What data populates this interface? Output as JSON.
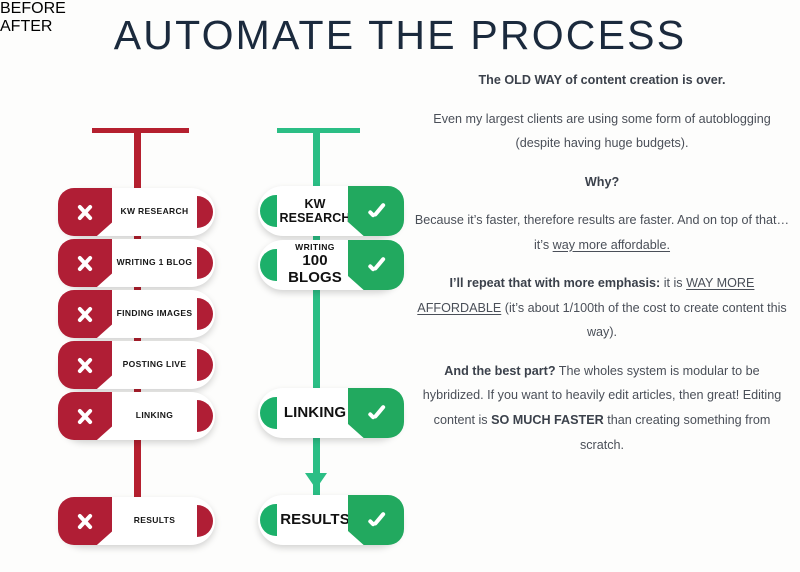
{
  "page": {
    "title": "AUTOMATE THE PROCESS",
    "background_color": "#fdfdfc",
    "title_color": "#1b2a3d"
  },
  "colors": {
    "red_stem": "#b5202f",
    "red_badge": "#b01e35",
    "green_stem": "#2bbe85",
    "green_badge": "#22a95f",
    "green_cap": "#1cb06a",
    "text": "#4a4f58"
  },
  "columns": {
    "before": {
      "heading": "BEFORE",
      "icon": "cross-icon",
      "items": [
        {
          "label": "KW RESEARCH"
        },
        {
          "label": "WRITING 1 BLOG"
        },
        {
          "label": "FINDING IMAGES"
        },
        {
          "label": "POSTING LIVE"
        },
        {
          "label": "LINKING"
        },
        {
          "label": "RESULTS"
        }
      ]
    },
    "after": {
      "heading": "AFTER",
      "icon": "check-icon",
      "items": [
        {
          "line1": "KW",
          "line2": "RESEARCH",
          "size": "md"
        },
        {
          "line1": "WRITING",
          "line2": "100 BLOGS",
          "size": "split"
        },
        {
          "line1": "LINKING",
          "line2": "",
          "size": "lg"
        },
        {
          "line1": "RESULTS",
          "line2": "",
          "size": "lg"
        }
      ]
    }
  },
  "text_panel": {
    "p1": "The OLD WAY of content creation is over.",
    "p2": "Even my largest clients are using some form of autoblogging (despite having huge budgets).",
    "p3": "Why?",
    "p4_a": "Because it’s faster, therefore results are faster. And on top of that…it’s ",
    "p4_u": "way more affordable.",
    "p5_b": "I’ll repeat that with more emphasis:",
    "p5_a": " it is ",
    "p5_u": "WAY MORE AFFORDABLE",
    "p5_c": " (it’s about 1/100th of the cost to create content this way).",
    "p6_b": "And the best part?",
    "p6_a": " The wholes system is modular to be hybridized. If you want to heavily edit articles, then great! Editing content is ",
    "p6_b2": "SO MUCH FASTER",
    "p6_c": " than creating something from scratch."
  }
}
